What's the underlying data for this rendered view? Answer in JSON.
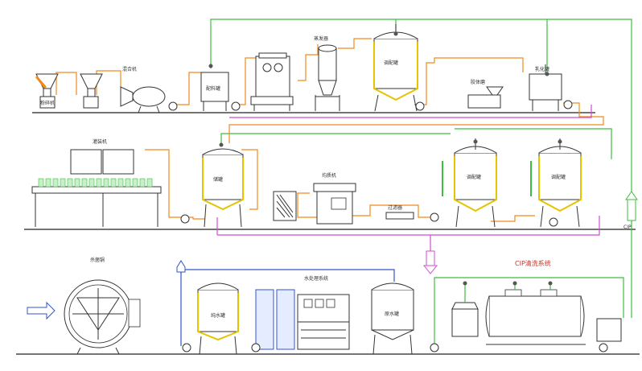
{
  "labels": {
    "row1_mill": "粉碎机",
    "row1_mixer": "混合机",
    "row1_tank": "配料罐",
    "row1_separator": "蒸发器",
    "row1_reactor": "调配罐",
    "row1_pump_hopper": "胶体磨",
    "row1_small_tank": "乳化罐",
    "row2_filler": "灌装机",
    "row2_storage": "储罐",
    "row2_homogenizer": "均质机",
    "row2_filter": "过滤器",
    "row2_mix1": "调配罐",
    "row2_mix2": "调配罐",
    "row3_sterilizer": "杀菌锅",
    "row3_pure_water": "纯水罐",
    "row3_ro": "水处理系统",
    "row3_raw_water": "原水罐",
    "row3_cip": "CIP清洗系统",
    "side_cip": "CIP"
  },
  "colors": {
    "green_pipe": "#3cbf3c",
    "orange_pipe": "#f08a1c",
    "magenta_pipe": "#d04cd0",
    "blue_pipe": "#3355cc",
    "tank_highlight": "#e6c300"
  }
}
